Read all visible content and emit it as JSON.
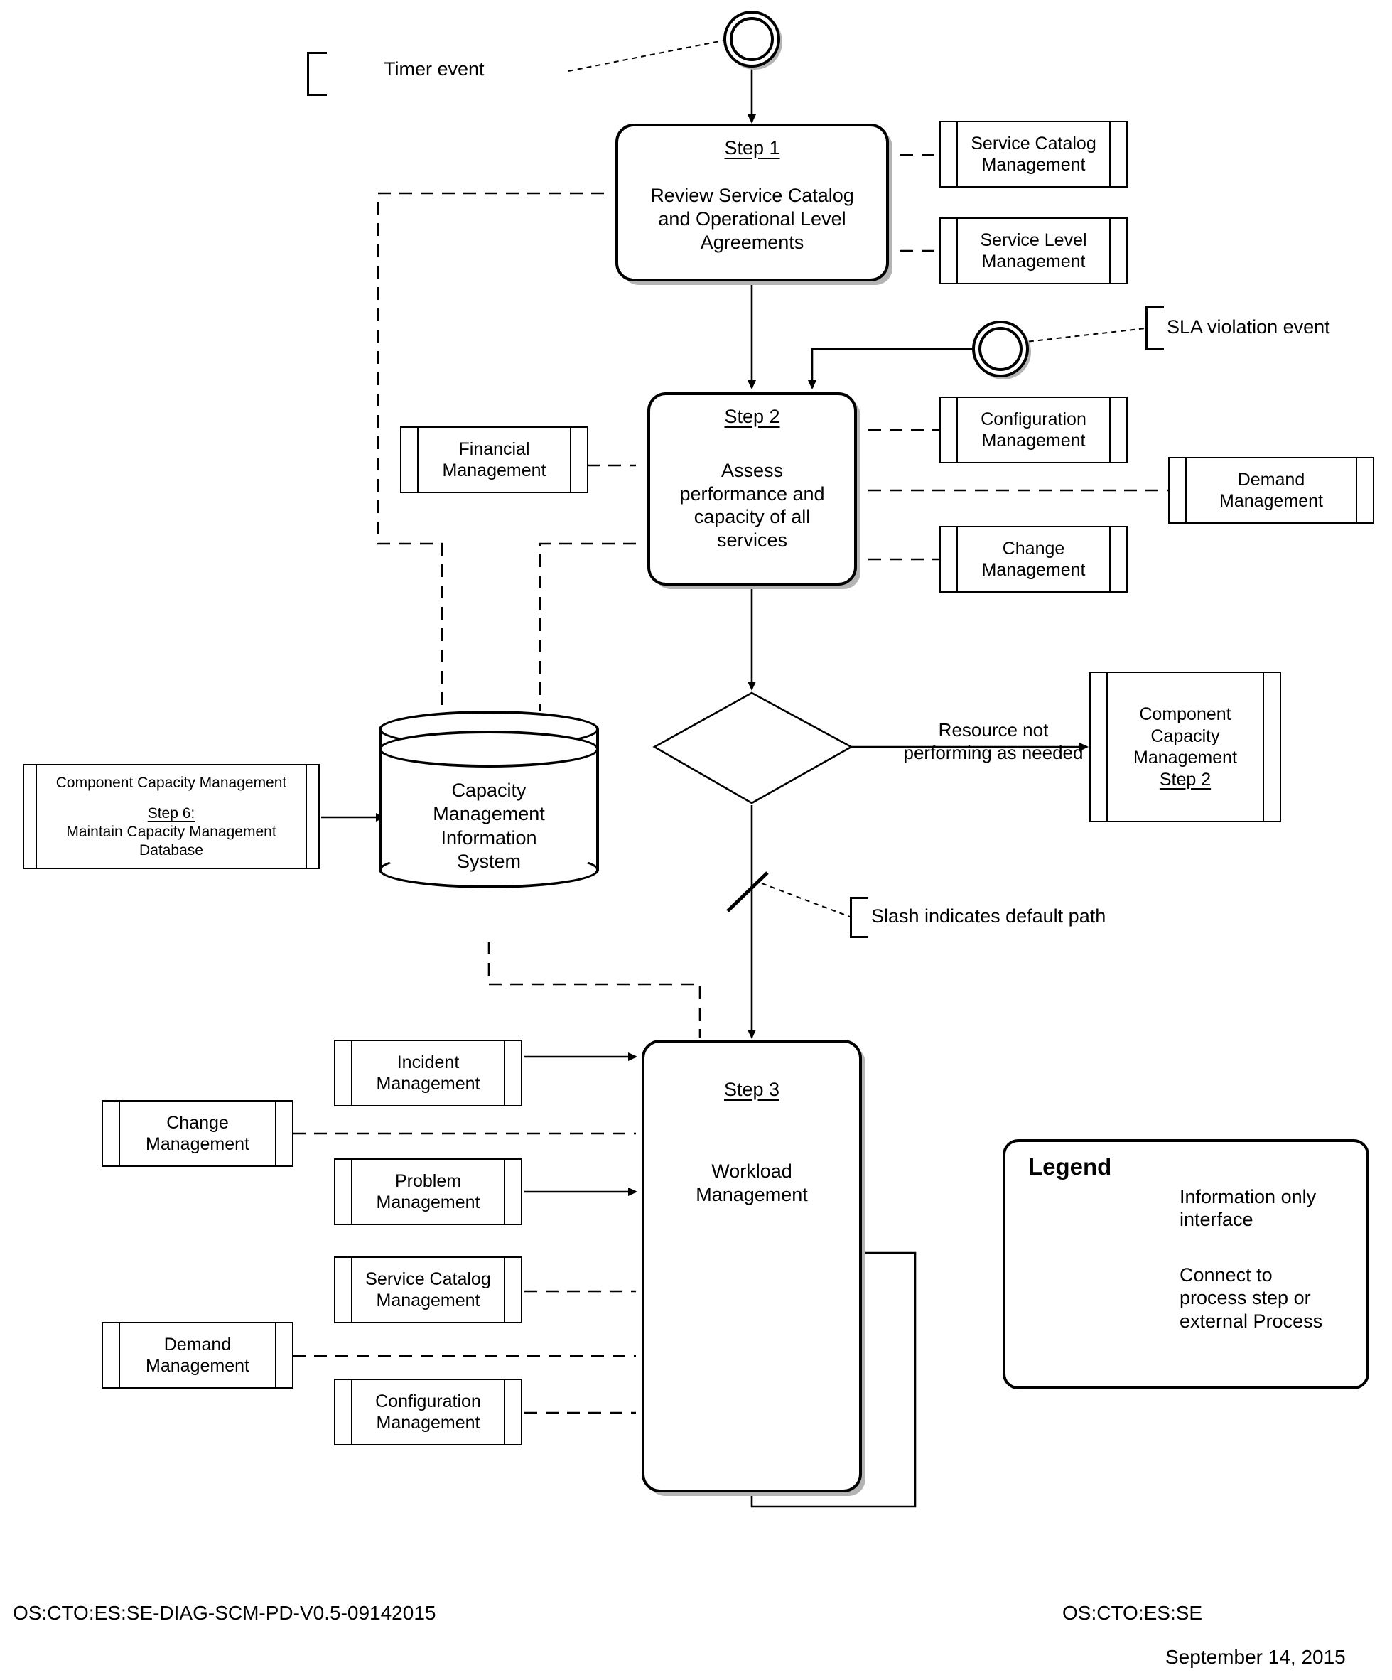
{
  "document": {
    "footer_left": "OS:CTO:ES:SE-DIAG-SCM-PD-V0.5-09142015",
    "footer_right_org": "OS:CTO:ES:SE",
    "footer_right_date": "September 14, 2015"
  },
  "annotations": {
    "timer_event": "Timer event",
    "sla_violation_event": "SLA violation event",
    "slash_default_path": "Slash indicates default path",
    "resource_not_performing_line1": "Resource not",
    "resource_not_performing_line2": "performing as needed"
  },
  "steps": {
    "step1": {
      "number": "Step 1",
      "line1": "Review Service Catalog",
      "line2": "and Operational Level",
      "line3": "Agreements"
    },
    "step2": {
      "number": "Step 2",
      "line1": "Assess",
      "line2": "performance and",
      "line3": "capacity of all",
      "line4": "services"
    },
    "step3": {
      "number": "Step 3",
      "line1": "Workload",
      "line2": "Management"
    }
  },
  "datastore": {
    "line1": "Capacity",
    "line2": "Management",
    "line3": "Information",
    "line4": "System"
  },
  "subprocesses": {
    "service_catalog_mgmt_top": {
      "line1": "Service Catalog",
      "line2": "Management"
    },
    "service_level_mgmt": {
      "line1": "Service Level",
      "line2": "Management"
    },
    "configuration_mgmt_step2": {
      "line1": "Configuration",
      "line2": "Management"
    },
    "change_mgmt_step2": {
      "line1": "Change",
      "line2": "Management"
    },
    "demand_mgmt_step2": {
      "line1": "Demand",
      "line2": "Management"
    },
    "financial_mgmt": {
      "line1": "Financial",
      "line2": "Management"
    },
    "component_capacity_mgmt_step6": {
      "title": "Component Capacity Management",
      "step": "Step 6:",
      "line1": "Maintain Capacity Management",
      "line2": "Database"
    },
    "component_capacity_mgmt_step2": {
      "line1": "Component",
      "line2": "Capacity",
      "line3": "Management",
      "step": "Step 2"
    },
    "incident_mgmt": {
      "line1": "Incident",
      "line2": "Management"
    },
    "problem_mgmt": {
      "line1": "Problem",
      "line2": "Management"
    },
    "service_catalog_mgmt_step3": {
      "line1": "Service Catalog",
      "line2": "Management"
    },
    "configuration_mgmt_step3": {
      "line1": "Configuration",
      "line2": "Management"
    },
    "change_mgmt_step3": {
      "line1": "Change",
      "line2": "Management"
    },
    "demand_mgmt_step3": {
      "line1": "Demand",
      "line2": "Management"
    }
  },
  "legend": {
    "title": "Legend",
    "item1_line1": "Information only",
    "item1_line2": "interface",
    "item2_line1": "Connect to",
    "item2_line2": "process step or",
    "item2_line3": "external Process"
  },
  "colors": {
    "stroke": "#000000",
    "background": "#ffffff",
    "shadow": "#b4b4b4"
  }
}
